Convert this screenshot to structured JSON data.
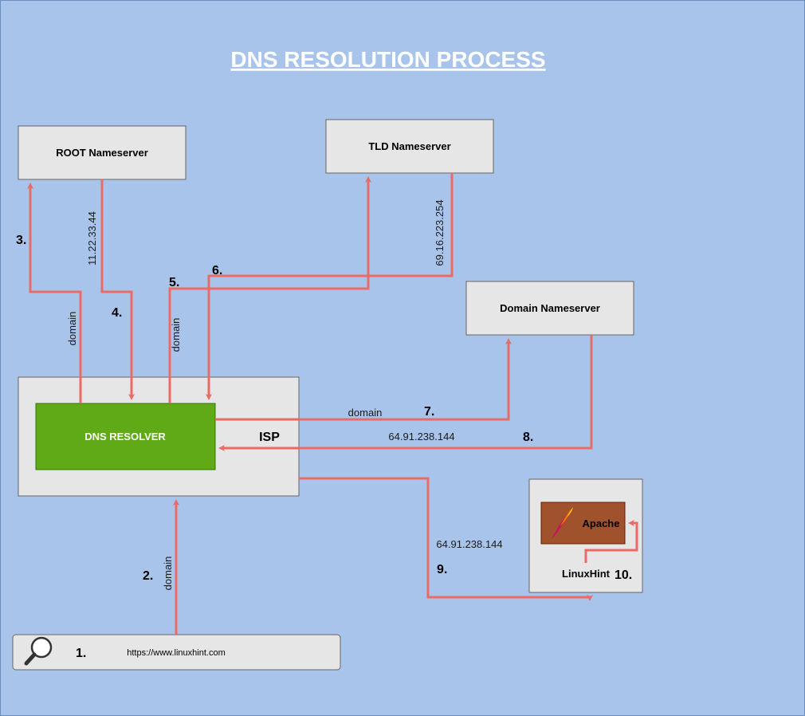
{
  "title": "DNS RESOLUTION PROCESS",
  "nodes": {
    "root": "ROOT Nameserver",
    "tld": "TLD Nameserver",
    "domain_ns": "Domain Nameserver",
    "resolver": "DNS RESOLVER",
    "isp": "ISP",
    "apache": "Apache",
    "linuxhint": "LinuxHint",
    "url": "https://www.linuxhint.com"
  },
  "steps": {
    "s1": "1.",
    "s2": "2.",
    "s3": "3.",
    "s4": "4.",
    "s5": "5.",
    "s6": "6.",
    "s7": "7.",
    "s8": "8.",
    "s9": "9.",
    "s10": "10."
  },
  "edge_labels": {
    "domain_to_root": "domain",
    "root_reply": "11.22.33.44",
    "domain_to_tld": "domain",
    "tld_reply": "69.16.223.254",
    "domain_to_dns": "domain",
    "dns_reply": "64.91.238.144",
    "isp_to_server": "64.91.238.144",
    "browser_to_isp": "domain"
  },
  "colors": {
    "background": "#a9c4eb",
    "box_fill": "#e6e6e6",
    "resolver_fill": "#60a917",
    "arrow": "#ea6b66",
    "apache_fill": "#a0522d"
  },
  "icons": {
    "search": "search-icon",
    "apache": "apache-feather-icon"
  }
}
